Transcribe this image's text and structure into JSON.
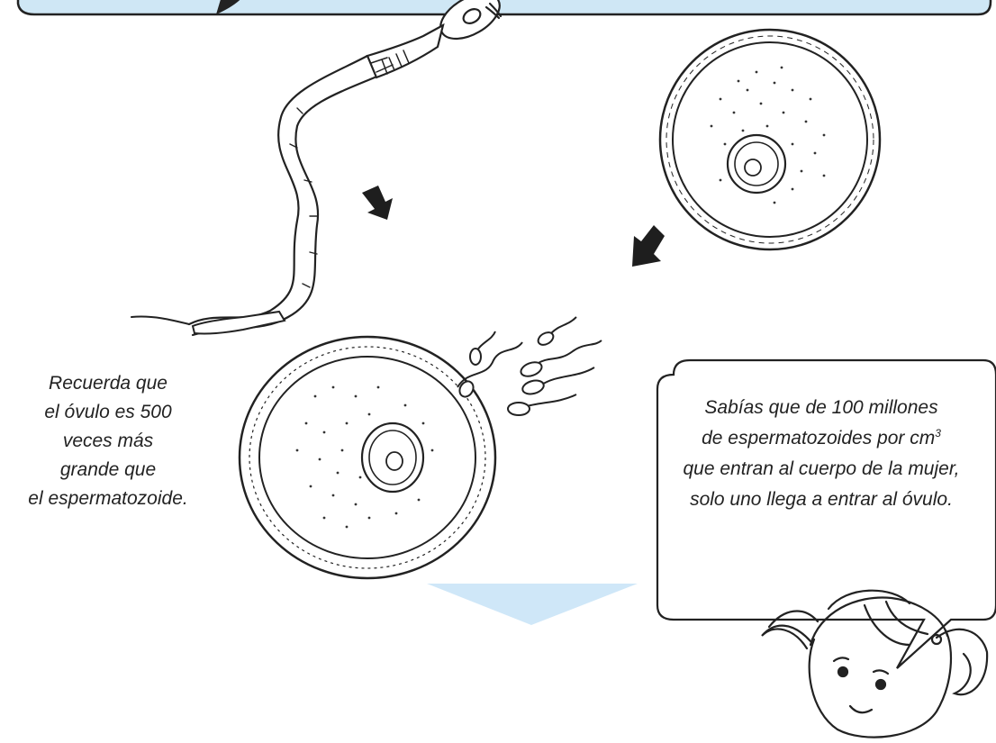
{
  "reminder_note": {
    "lines": [
      "Recuerda que",
      "el óvulo es 500",
      "veces más",
      "grande que",
      "el espermatozoide."
    ]
  },
  "speech_bubble": {
    "line1": "Sabías que de 100 millones",
    "line2_prefix": "de espermatozoides por cm",
    "line2_superscript": "3",
    "line3": "que entran al cuerpo de la mujer,",
    "line4": "solo uno llega a entrar al óvulo."
  },
  "colors": {
    "outline": "#222222",
    "arrow": "#1e1e1e",
    "down_arrow_light": "#cfe7f8",
    "top_banner": "#cfe7f5"
  }
}
